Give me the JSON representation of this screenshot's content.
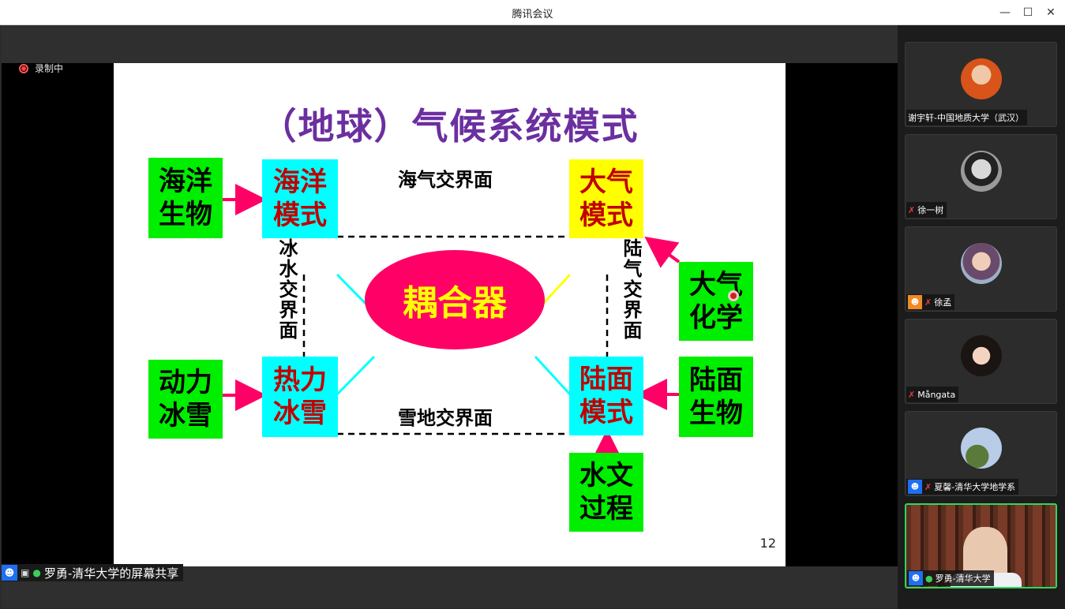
{
  "window": {
    "title": "腾讯会议"
  },
  "recording": {
    "label": "录制中"
  },
  "share": {
    "label": "罗勇-清华大学的屏幕共享"
  },
  "slide": {
    "title": "（地球）气候系统模式",
    "page_number": "12",
    "coupler": "耦合器",
    "boxes": {
      "ocean_bio": "海洋\n生物",
      "ocean_model": "海洋\n模式",
      "atmos_model": "大气\n模式",
      "atmos_chem": "大气\n化学",
      "dyn_ice": "动力\n冰雪",
      "thermo_ice": "热力\n冰雪",
      "land_model": "陆面\n模式",
      "land_bio": "陆面\n生物",
      "hydro": "水文\n过程"
    },
    "interfaces": {
      "ocean_air": "海气交界面",
      "ice_water": "冰水交界面",
      "land_air": "陆气交界面",
      "snow_land": "雪地交界面"
    }
  },
  "participants": [
    {
      "name": "谢宇轩-中国地质大学（武汉）",
      "muted": false,
      "icon": "none"
    },
    {
      "name": "徐一树",
      "muted": true,
      "icon": "none"
    },
    {
      "name": "徐孟",
      "muted": true,
      "icon": "user-orange"
    },
    {
      "name": "Mångata",
      "muted": true,
      "icon": "none"
    },
    {
      "name": "夏馨-清华大学地学系",
      "muted": true,
      "icon": "user-blue"
    },
    {
      "name": "罗勇-清华大学",
      "muted": false,
      "icon": "user-blue"
    }
  ],
  "colors": {
    "accent_green": "#2fd85a",
    "title_purple": "#6b2fa0",
    "coupler": "#ff0066"
  }
}
